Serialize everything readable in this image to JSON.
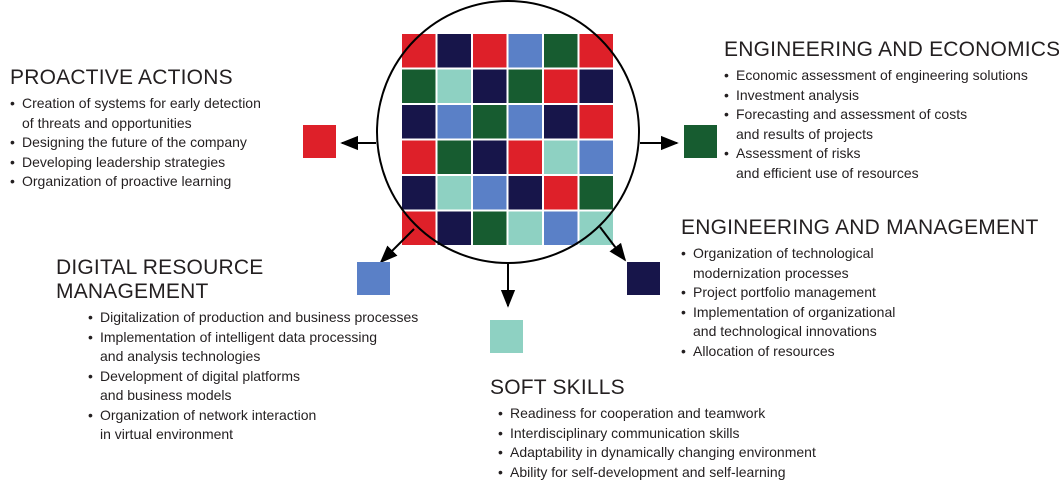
{
  "colors": {
    "red": "#de2029",
    "navy": "#17154a",
    "blue": "#5a80c7",
    "green": "#175c30",
    "mint": "#8ed1c2",
    "line": "#000000"
  },
  "grid": [
    [
      "red",
      "navy",
      "red",
      "blue",
      "green",
      "red"
    ],
    [
      "green",
      "mint",
      "navy",
      "green",
      "red",
      "navy"
    ],
    [
      "navy",
      "blue",
      "green",
      "blue",
      "navy",
      "red"
    ],
    [
      "red",
      "green",
      "navy",
      "red",
      "mint",
      "blue"
    ],
    [
      "navy",
      "mint",
      "blue",
      "navy",
      "red",
      "green"
    ],
    [
      "red",
      "navy",
      "green",
      "mint",
      "blue",
      "mint"
    ]
  ],
  "markers": {
    "proactive": "red",
    "engineering_economics": "green",
    "digital": "blue",
    "soft_skills": "mint",
    "engineering_management": "navy"
  },
  "sections": {
    "proactive": {
      "title": [
        "PROACTIVE ACTIONS"
      ],
      "items": [
        [
          "Creation of systems for early detection",
          "of threats and opportunities"
        ],
        [
          "Designing the future of the company"
        ],
        [
          "Developing leadership strategies"
        ],
        [
          "Organization of proactive learning"
        ]
      ]
    },
    "engineering_economics": {
      "title": [
        "ENGINEERING AND ECONOMICS"
      ],
      "items": [
        [
          "Economic assessment of engineering solutions"
        ],
        [
          "Investment analysis"
        ],
        [
          "Forecasting and assessment of costs",
          "and results of projects"
        ],
        [
          "Assessment of risks",
          "and efficient use of resources"
        ]
      ]
    },
    "engineering_management": {
      "title": [
        "ENGINEERING AND MANAGEMENT"
      ],
      "items": [
        [
          "Organization of technological",
          "modernization processes"
        ],
        [
          "Project portfolio management"
        ],
        [
          "Implementation of organizational",
          "and technological innovations"
        ],
        [
          "Allocation of resources"
        ]
      ]
    },
    "digital": {
      "title": [
        "DIGITAL RESOURCE",
        "MANAGEMENT"
      ],
      "items": [
        [
          "Digitalization of production and business processes"
        ],
        [
          "Implementation of intelligent data processing",
          "and analysis technologies"
        ],
        [
          "Development of digital platforms",
          "and business models"
        ],
        [
          "Organization of network interaction",
          "in virtual environment"
        ]
      ]
    },
    "soft_skills": {
      "title": [
        "SOFT SKILLS"
      ],
      "items": [
        [
          "Readiness for cooperation and teamwork"
        ],
        [
          "Interdisciplinary communication skills"
        ],
        [
          "Adaptability in dynamically changing environment"
        ],
        [
          "Ability for self-development and self-learning"
        ]
      ]
    }
  }
}
